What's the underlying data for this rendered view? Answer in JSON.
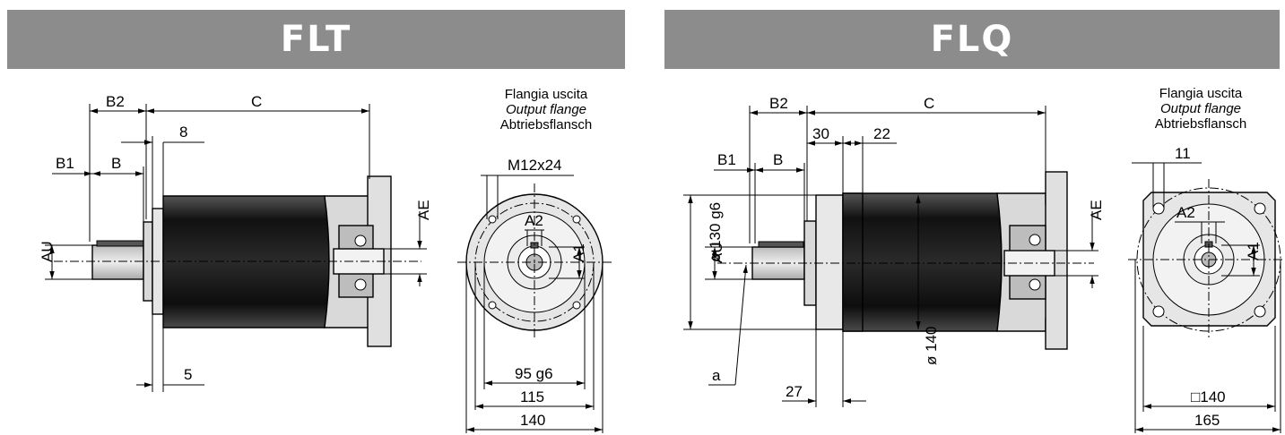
{
  "left_view": {
    "title": "FLT",
    "caption": {
      "line1": "Flangia uscita",
      "line2": "Output flange",
      "line3": "Abtriebsflansch"
    },
    "labels": {
      "B2": "B2",
      "C": "C",
      "dim8": "8",
      "B1": "B1",
      "B": "B",
      "AU": "AU",
      "AE": "AE",
      "dim5": "5"
    },
    "front": {
      "thread": "M12x24",
      "A2": "A2",
      "A1": "A1",
      "pilot": "95 g6",
      "bolt_circle": "115",
      "outer": "140"
    }
  },
  "right_view": {
    "title": "FLQ",
    "caption": {
      "line1": "Flangia uscita",
      "line2": "Output flange",
      "line3": "Abtriebsflansch"
    },
    "labels": {
      "B2": "B2",
      "C": "C",
      "dim30": "30",
      "dim22": "22",
      "B1": "B1",
      "B": "B",
      "AU": "AU",
      "AE": "AE",
      "pilot_dia": "ø 130 g6",
      "body_dia": "ø 140",
      "a": "a",
      "dim27": "27"
    },
    "front": {
      "A2": "A2",
      "A1": "A1",
      "dim11": "11",
      "square": "□140",
      "outer": "165"
    }
  },
  "colors": {
    "banner": "#8c8c8c",
    "housing": "#d9d9d9",
    "motor_body": "#1a1a1a"
  }
}
